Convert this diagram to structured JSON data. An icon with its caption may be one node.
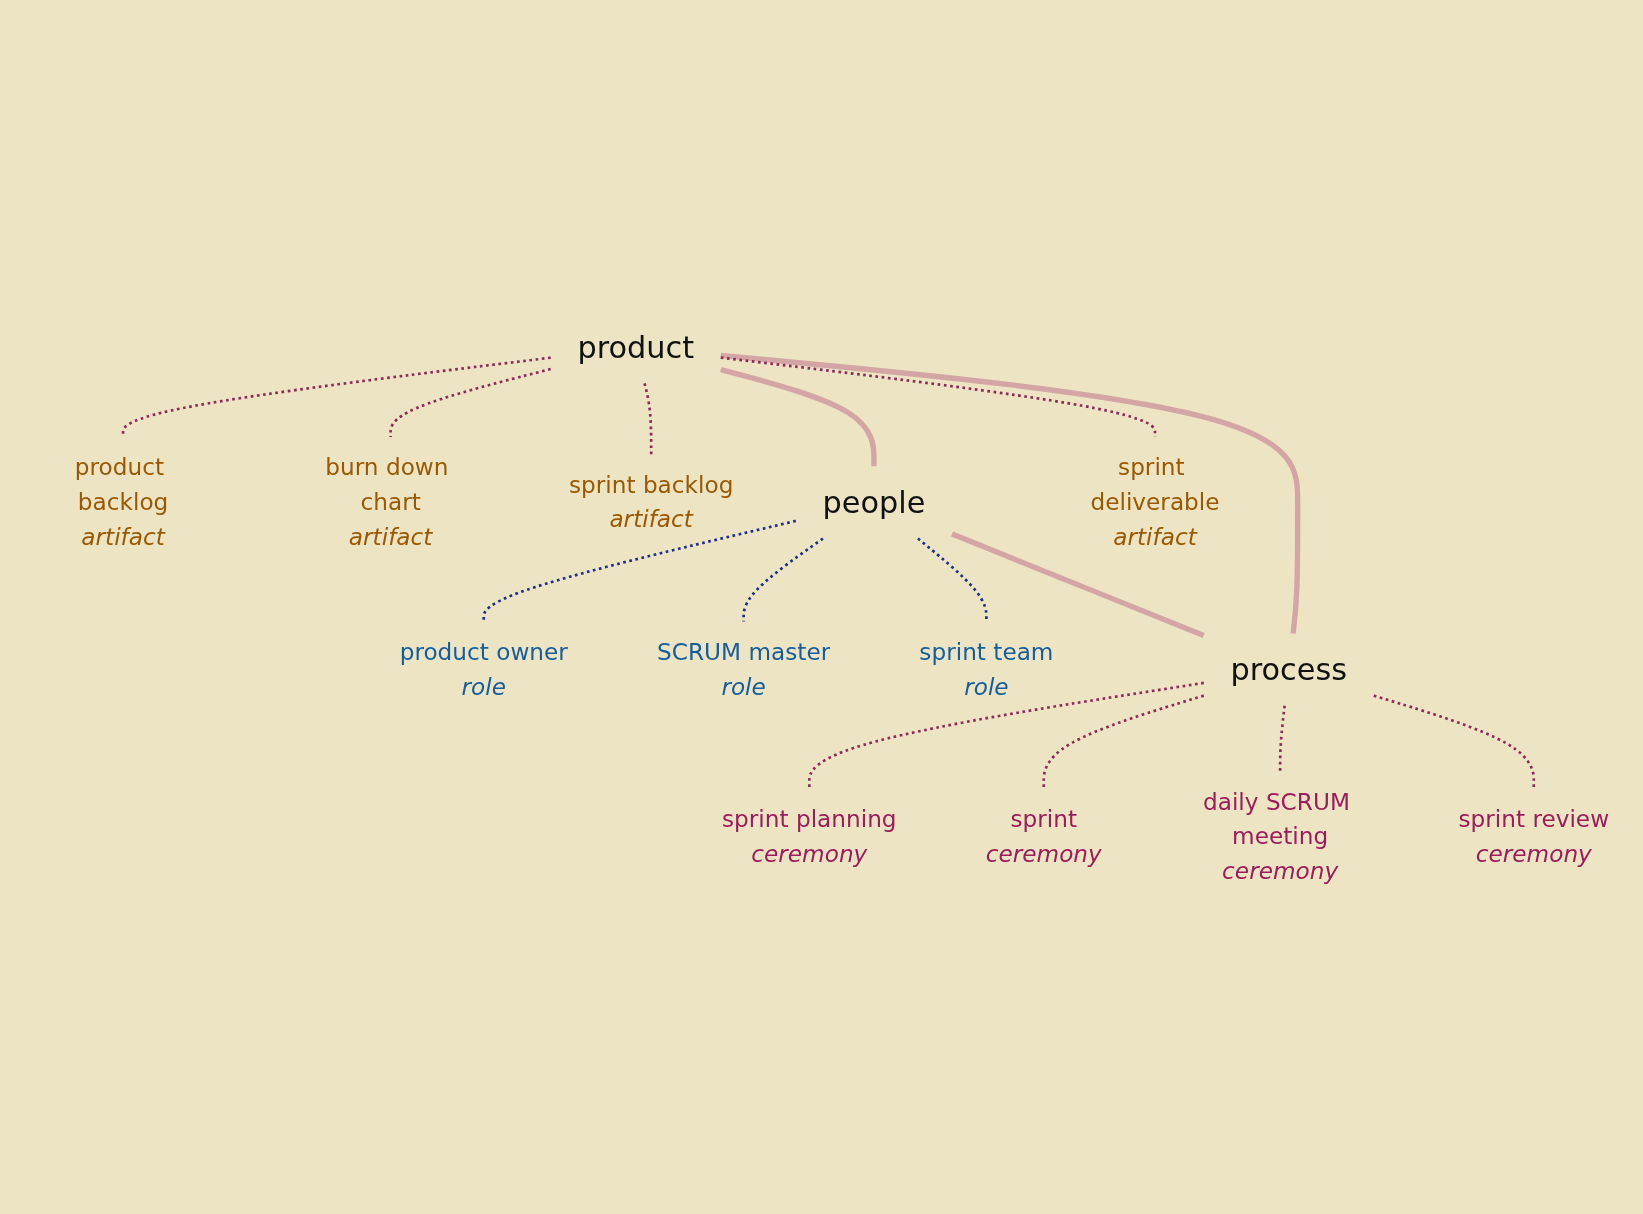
{
  "diagram": {
    "nodes": [
      {
        "text": [
          "product backlog",
          "artifact"
        ]
      },
      {
        "text": [
          "burn down chart",
          "artifact"
        ]
      },
      {
        "text": [
          "product owner",
          "role"
        ]
      },
      {
        "text": [
          "product"
        ]
      },
      {
        "text": [
          "SCRUM master",
          "role"
        ]
      },
      {
        "text": [
          "sprint backlog",
          "artifact"
        ]
      },
      {
        "text": [
          "people"
        ]
      },
      {
        "text": [
          "sprint deliverable",
          "artifact"
        ]
      },
      {
        "text": [
          "sprint team",
          "role"
        ]
      },
      {
        "text": [
          "process"
        ]
      },
      {
        "text": [
          "sprint planning",
          "ceremony"
        ]
      },
      {
        "text": [
          "sprint review",
          "ceremony"
        ]
      },
      {
        "text": [
          "daily SCRUM meeting",
          "ceremony"
        ]
      },
      {
        "text": [
          "sprint",
          "ceremony"
        ]
      }
    ],
    "edges": [
      {
        "from": 3,
        "to": 6,
        "arrow": "none",
        "style": "thick",
        "color": "#d4a5a5"
      },
      {
        "from": 3,
        "to": 9,
        "arrow": "none",
        "style": "thick",
        "color": "#d4a5a5"
      },
      {
        "from": 6,
        "to": 9,
        "arrow": "none",
        "style": "thick",
        "color": "#d4a5a5"
      },
      {
        "from": 3,
        "to": 0,
        "arrow": "none",
        "style": "dashed"
      },
      {
        "from": 3,
        "to": 1,
        "arrow": "none",
        "style": "dashed"
      },
      {
        "from": 3,
        "to": 5,
        "arrow": "none",
        "style": "dashed"
      },
      {
        "from": 3,
        "to": 7,
        "arrow": "none",
        "style": "dashed"
      },
      {
        "from": 6,
        "to": 2,
        "arrow": "none",
        "style": "dashed",
        "color": "#1c2d8c"
      },
      {
        "from": 6,
        "to": 4,
        "arrow": "none",
        "style": "dashed",
        "color": "#1c2d8c"
      },
      {
        "from": 6,
        "to": 8,
        "arrow": "none",
        "style": "dashed",
        "color": "#1c2d8c"
      },
      {
        "from": 9,
        "to": 10,
        "arrow": "none",
        "style": "dashed"
      },
      {
        "from": 9,
        "to": 13,
        "arrow": "none",
        "style": "dashed"
      },
      {
        "from": 9,
        "to": 12,
        "arrow": "none",
        "style": "dashed"
      },
      {
        "from": 9,
        "to": 11,
        "arrow": "none",
        "style": "dashed"
      }
    ]
  }
}
